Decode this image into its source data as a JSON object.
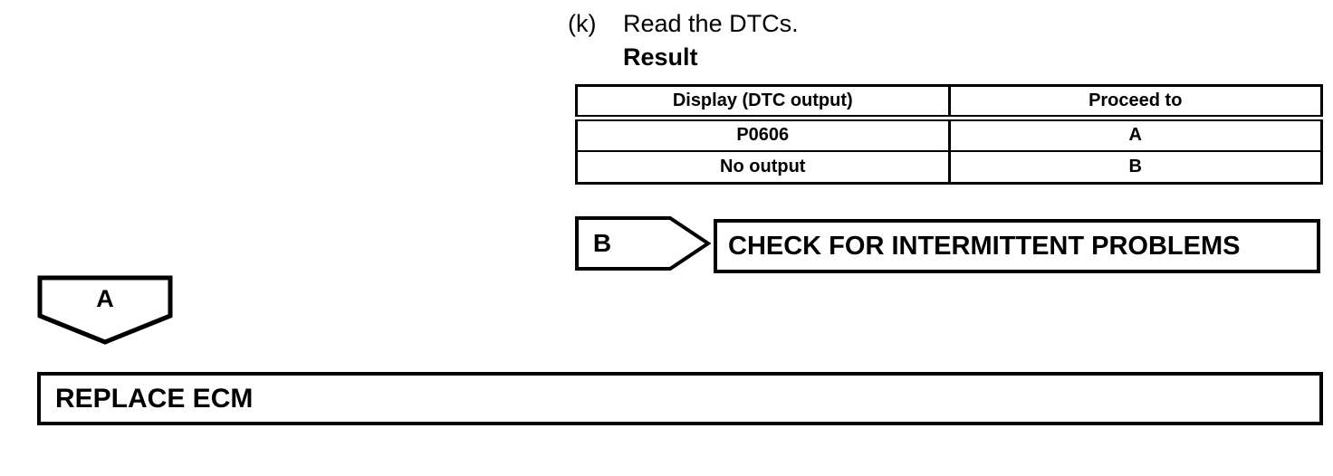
{
  "step": {
    "marker": "(k)",
    "text": "Read the DTCs.",
    "result_label": "Result"
  },
  "table": {
    "headers": [
      "Display (DTC output)",
      "Proceed to"
    ],
    "rows": [
      [
        "P0606",
        "A"
      ],
      [
        "No output",
        "B"
      ]
    ]
  },
  "connectors": {
    "b_label": "B",
    "a_label": "A"
  },
  "boxes": {
    "check": "CHECK FOR INTERMITTENT PROBLEMS",
    "replace": "REPLACE ECM"
  },
  "colors": {
    "ink": "#000000",
    "paper": "#ffffff"
  }
}
